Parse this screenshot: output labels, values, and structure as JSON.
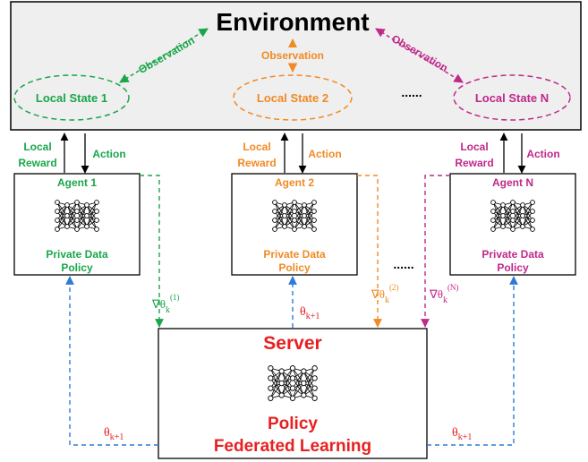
{
  "colors": {
    "green": "#1aa64a",
    "orange": "#f08a24",
    "magenta": "#c0288a",
    "blue": "#2e7bd6",
    "red": "#e82020",
    "environment_fill": "#efefef"
  },
  "environment": {
    "title": "Environment",
    "observation_label": "Observation",
    "ellipsis": "......",
    "states": [
      "Local State 1",
      "Local State 2",
      "Local State N"
    ]
  },
  "agents": [
    {
      "name": "Agent 1",
      "data_label": "Private Data",
      "policy_label": "Policy",
      "reward_line1": "Local",
      "reward_line2": "Reward",
      "action_label": "Action"
    },
    {
      "name": "Agent 2",
      "data_label": "Private Data",
      "policy_label": "Policy",
      "reward_line1": "Local",
      "reward_line2": "Reward",
      "action_label": "Action"
    },
    {
      "name": "Agent N",
      "data_label": "Private Data",
      "policy_label": "Policy",
      "reward_line1": "Local",
      "reward_line2": "Reward",
      "action_label": "Action"
    }
  ],
  "agents_ellipsis": "......",
  "server": {
    "title": "Server",
    "policy_label": "Policy",
    "fl_label": "Federated Learning"
  },
  "math": {
    "grad_base": "∇θ",
    "k": "k",
    "sup": [
      "(1)",
      "(2)",
      "(N)"
    ],
    "theta": "θ",
    "k_plus_1": "k+1"
  }
}
